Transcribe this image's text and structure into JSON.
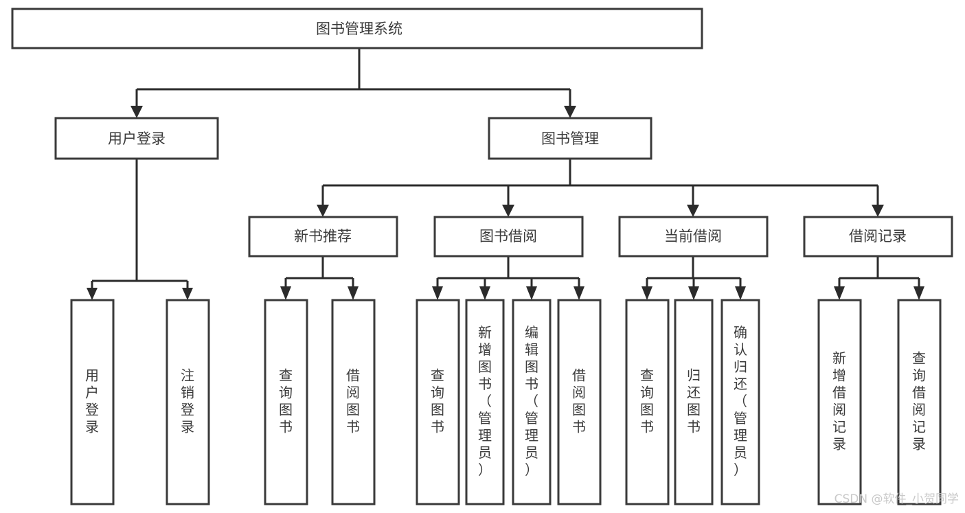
{
  "diagram": {
    "title": "图书管理系统",
    "type": "tree-hierarchy",
    "watermark": "CSDN @软件_小贺同学",
    "colors": {
      "background": "#ffffff",
      "box_stroke": "#3a3a3a",
      "connector": "#2b2b2b",
      "text": "#3b3b3b",
      "watermark": "#c9c9c9"
    },
    "nodes": {
      "root": {
        "label": "图书管理系统"
      },
      "level1": [
        {
          "id": "user-login",
          "label": "用户登录"
        },
        {
          "id": "book-management",
          "label": "图书管理"
        }
      ],
      "level2": [
        {
          "id": "new-book-recommend",
          "label": "新书推荐"
        },
        {
          "id": "book-borrow",
          "label": "图书借阅"
        },
        {
          "id": "current-borrow",
          "label": "当前借阅"
        },
        {
          "id": "borrow-record",
          "label": "借阅记录"
        }
      ],
      "leaves": {
        "user_login": [
          {
            "id": "leaf-user-login",
            "label": "用户登录"
          },
          {
            "id": "leaf-logout-login",
            "label": "注销登录"
          }
        ],
        "new_book_recommend": [
          {
            "id": "leaf-query-book-1",
            "label": "查询图书"
          },
          {
            "id": "leaf-borrow-book-1",
            "label": "借阅图书"
          }
        ],
        "book_borrow": [
          {
            "id": "leaf-query-book-2",
            "label": "查询图书"
          },
          {
            "id": "leaf-add-book",
            "label": "新增图书（管理员）"
          },
          {
            "id": "leaf-edit-book",
            "label": "编辑图书（管理员）"
          },
          {
            "id": "leaf-borrow-book-2",
            "label": "借阅图书"
          }
        ],
        "current_borrow": [
          {
            "id": "leaf-query-book-3",
            "label": "查询图书"
          },
          {
            "id": "leaf-return-book",
            "label": "归还图书"
          },
          {
            "id": "leaf-confirm-return",
            "label": "确认归还（管理员）"
          }
        ],
        "borrow_record": [
          {
            "id": "leaf-add-record",
            "label": "新增借阅记录"
          },
          {
            "id": "leaf-query-record",
            "label": "查询借阅记录"
          }
        ]
      }
    }
  }
}
